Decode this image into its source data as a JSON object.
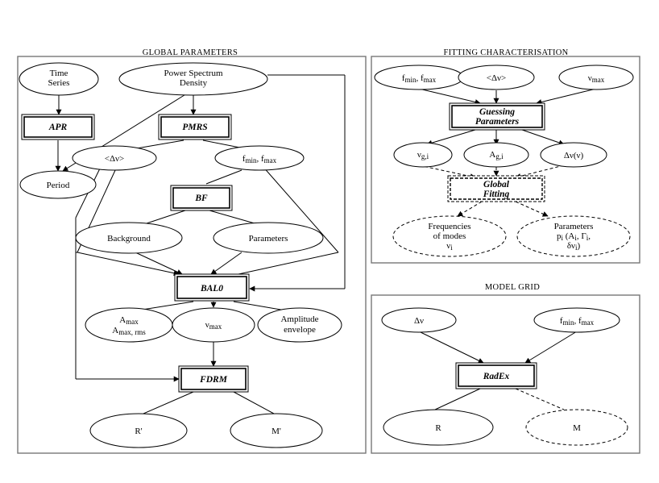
{
  "sections": {
    "global": "GLOBAL PARAMETERS",
    "fitting": "FITTING CHARACTERISATION",
    "model": "MODEL GRID"
  },
  "global": {
    "time_series": [
      "Time",
      "Series"
    ],
    "psd": [
      "Power Spectrum",
      "Density"
    ],
    "apr": "APR",
    "pmrs": "PMRS",
    "period": "Period",
    "dnu": "<Δν>",
    "fmin_fmax": {
      "f": "f",
      "sub_min": "min",
      "sep": ", f",
      "sub_max": "max"
    },
    "bf": "BF",
    "background": "Background",
    "parameters": "Parameters",
    "bal0": "BAL0",
    "amax": {
      "line1_main": "A",
      "line1_sub": "max",
      "line2_main": "A",
      "line2_sub": "max, rms"
    },
    "numax": {
      "main": "ν",
      "sub": "max"
    },
    "amp_env": [
      "Amplitude",
      "envelope"
    ],
    "fdrm": "FDRM",
    "r_prime": "R'",
    "m_prime": "M'"
  },
  "fitting": {
    "fmin_fmax": {
      "f": "f",
      "sub_min": "min",
      "sep": ", f",
      "sub_max": "max"
    },
    "dnu": "<Δν>",
    "numax": {
      "main": "ν",
      "sub": "max"
    },
    "guessing": [
      "Guessing",
      "Parameters"
    ],
    "nu_gi": {
      "main": "ν",
      "sub": "g,i"
    },
    "a_gi": {
      "main": "A",
      "sub": "g,i"
    },
    "dnu_nu": "Δν(ν)",
    "global_fitting": [
      "Global",
      "Fitting"
    ],
    "freq_modes": [
      "Frequencies",
      "of modes",
      "ν",
      "i"
    ],
    "params": [
      "Parameters",
      "p",
      "i",
      " (A",
      "i",
      ", Γ",
      "i",
      ",",
      "δν",
      "i",
      ")"
    ]
  },
  "model": {
    "dnu": "Δν",
    "fmin_fmax": {
      "f": "f",
      "sub_min": "min",
      "sep": ", f",
      "sub_max": "max"
    },
    "radex": "RadEx",
    "r": "R",
    "m": "M"
  }
}
